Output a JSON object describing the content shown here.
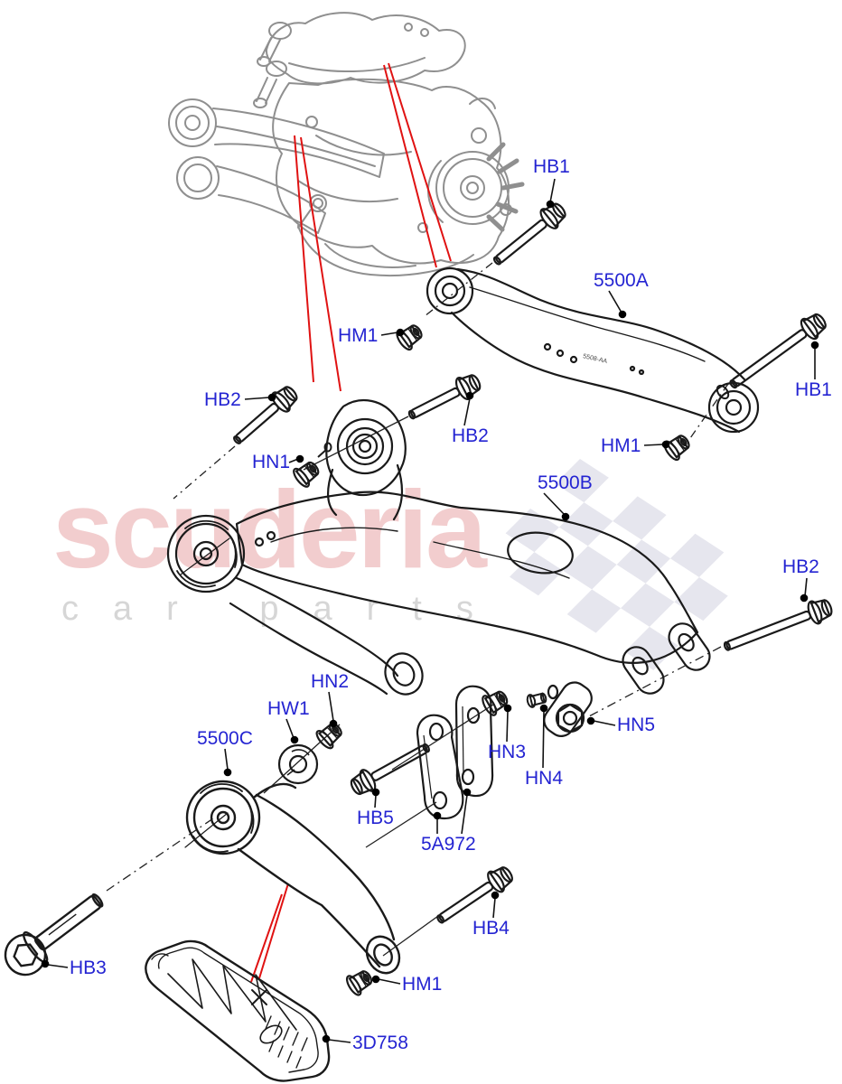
{
  "watermark": {
    "brand": "scuderia",
    "tagline": "car parts"
  },
  "palette": {
    "label_blue": "#2424d2",
    "leader_black": "#111111",
    "red_pointer": "#e01212",
    "overview_gray": "#8f8f8f",
    "art_black": "#1a1a1a",
    "watermark_pink": "#f2cdce",
    "watermark_gray": "#d6d6d6",
    "flag_gray": "#e6e6ee"
  },
  "arm_marking": "5508-AA",
  "callouts": [
    {
      "id": "hb1-top",
      "label": "HB1"
    },
    {
      "id": "p5500a",
      "label": "5500A"
    },
    {
      "id": "hb1-right",
      "label": "HB1"
    },
    {
      "id": "hm1-upper",
      "label": "HM1"
    },
    {
      "id": "hm1-right",
      "label": "HM1"
    },
    {
      "id": "hb2-left",
      "label": "HB2"
    },
    {
      "id": "hb2-mid",
      "label": "HB2"
    },
    {
      "id": "hn1",
      "label": "HN1"
    },
    {
      "id": "p5500b",
      "label": "5500B"
    },
    {
      "id": "hb2-right",
      "label": "HB2"
    },
    {
      "id": "hn2",
      "label": "HN2"
    },
    {
      "id": "hw1",
      "label": "HW1"
    },
    {
      "id": "p5500c",
      "label": "5500C"
    },
    {
      "id": "hn3",
      "label": "HN3"
    },
    {
      "id": "hn4",
      "label": "HN4"
    },
    {
      "id": "hn5",
      "label": "HN5"
    },
    {
      "id": "hb5",
      "label": "HB5"
    },
    {
      "id": "p5a972",
      "label": "5A972"
    },
    {
      "id": "hb4",
      "label": "HB4"
    },
    {
      "id": "hm1-bottom",
      "label": "HM1"
    },
    {
      "id": "hb3",
      "label": "HB3"
    },
    {
      "id": "p3d758",
      "label": "3D758"
    }
  ]
}
